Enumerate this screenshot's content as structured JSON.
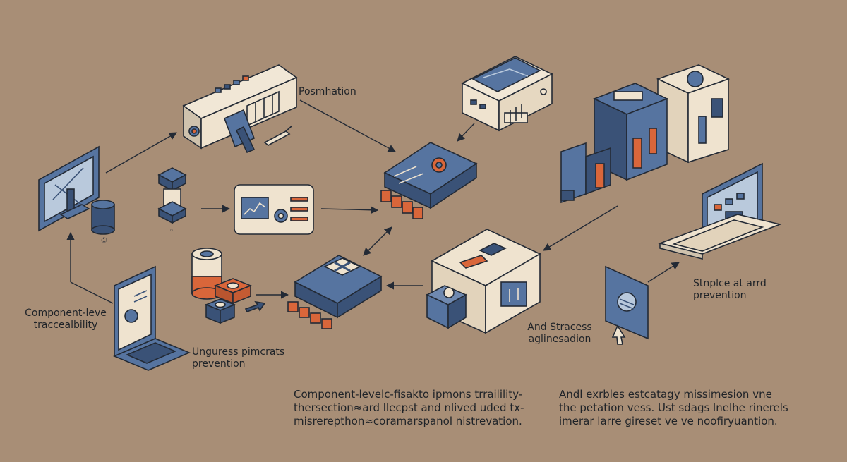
{
  "labels": {
    "posmhation": "Posmhation",
    "component_left_line1": "Component-leve",
    "component_left_line2": "traccealbility",
    "unguress_line1": "Unguress pimcrats",
    "unguress_line2": "prevention",
    "and_stracess_line1": "And Stracess",
    "and_stracess_line2": "aglinesadion",
    "stnplce_line1": "Stnplce at arrd",
    "stnplce_line2": "prevention",
    "small_mark_1": "①",
    "small_mark_2": "◦"
  },
  "paragraphs": {
    "left": [
      "Component-levelc-fisakto ipmons trrailility-",
      "thersection≈ard llecpst and nlived uded tx-",
      "misrerepthon≈coramarspanol nistrevation."
    ],
    "right": [
      "Andl exrbles estcatagy missimesion vne",
      "the petation vess. Ust sdags lnelhe rinerels",
      "imerar larre gireset ve ve noofiryuantion."
    ]
  },
  "colors": {
    "background": "#a88e76",
    "slate_blue": "#5674a0",
    "dark_blue": "#3a5277",
    "cream": "#efe3cf",
    "orange": "#d9663a",
    "outline": "#232a35"
  },
  "icons": [
    "monitor-icon",
    "cylinder-icon",
    "valve-icon",
    "dashboard-panel-icon",
    "control-box-icon",
    "laptop-icon",
    "battery-icon",
    "chip-icon",
    "processor-board-icon",
    "server-box-icon",
    "cube-device-icon",
    "storage-tower-icon",
    "tablet-icon",
    "laptop-right-icon",
    "cursor-icon"
  ]
}
